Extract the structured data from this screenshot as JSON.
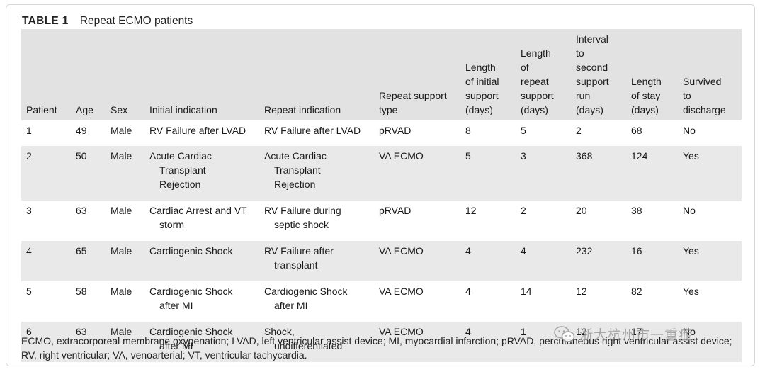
{
  "caption": {
    "label": "TABLE 1",
    "title": "Repeat ECMO patients"
  },
  "table": {
    "columns": [
      [
        "Patient"
      ],
      [
        "Age"
      ],
      [
        "Sex"
      ],
      [
        "Initial indication"
      ],
      [
        "Repeat indication"
      ],
      [
        "Repeat support",
        "type"
      ],
      [
        "Length",
        "of initial",
        "support",
        "(days)"
      ],
      [
        "Length",
        "of",
        "repeat",
        "support",
        "(days)"
      ],
      [
        "Interval",
        "to",
        "second",
        "support",
        "run",
        "(days)"
      ],
      [
        "Length",
        "of stay",
        "(days)"
      ],
      [
        "Survived",
        "to",
        "discharge"
      ]
    ],
    "rows": [
      {
        "patient": "1",
        "age": "49",
        "sex": "Male",
        "initial": [
          "RV Failure after LVAD"
        ],
        "repeat": [
          "RV Failure after LVAD"
        ],
        "support_type": "pRVAD",
        "initial_len": "8",
        "repeat_len": "5",
        "interval": "2",
        "stay": "68",
        "survived": "No"
      },
      {
        "patient": "2",
        "age": "50",
        "sex": "Male",
        "initial": [
          "Acute Cardiac",
          "Transplant",
          "Rejection"
        ],
        "repeat": [
          "Acute Cardiac",
          "Transplant",
          "Rejection"
        ],
        "support_type": "VA ECMO",
        "initial_len": "5",
        "repeat_len": "3",
        "interval": "368",
        "stay": "124",
        "survived": "Yes"
      },
      {
        "patient": "3",
        "age": "63",
        "sex": "Male",
        "initial": [
          "Cardiac Arrest and VT",
          "storm"
        ],
        "repeat": [
          "RV Failure during",
          "septic shock"
        ],
        "support_type": "pRVAD",
        "initial_len": "12",
        "repeat_len": "2",
        "interval": "20",
        "stay": "38",
        "survived": "No"
      },
      {
        "patient": "4",
        "age": "65",
        "sex": "Male",
        "initial": [
          "Cardiogenic Shock"
        ],
        "repeat": [
          "RV Failure after",
          "transplant"
        ],
        "support_type": "VA ECMO",
        "initial_len": "4",
        "repeat_len": "4",
        "interval": "232",
        "stay": "16",
        "survived": "Yes"
      },
      {
        "patient": "5",
        "age": "58",
        "sex": "Male",
        "initial": [
          "Cardiogenic Shock",
          "after MI"
        ],
        "repeat": [
          "Cardiogenic Shock",
          "after MI"
        ],
        "support_type": "VA ECMO",
        "initial_len": "4",
        "repeat_len": "14",
        "interval": "12",
        "stay": "82",
        "survived": "Yes"
      },
      {
        "patient": "6",
        "age": "63",
        "sex": "Male",
        "initial": [
          "Cardiogenic Shock",
          "after MI"
        ],
        "repeat": [
          "Shock,",
          "undifferentiated"
        ],
        "support_type": "VA ECMO",
        "initial_len": "4",
        "repeat_len": "1",
        "interval": "12",
        "stay": "17",
        "survived": "No"
      }
    ]
  },
  "footnote": "ECMO, extracorporeal membrane oxygenation; LVAD, left ventricular assist device; MI, myocardial infarction; pRVAD, percutaneous right ventricular assist device; RV, right ventricular; VA, venoarterial; VT, ventricular tachycardia.",
  "watermark": {
    "text": "浙大杭州市一重症",
    "icon": "wechat-icon"
  }
}
